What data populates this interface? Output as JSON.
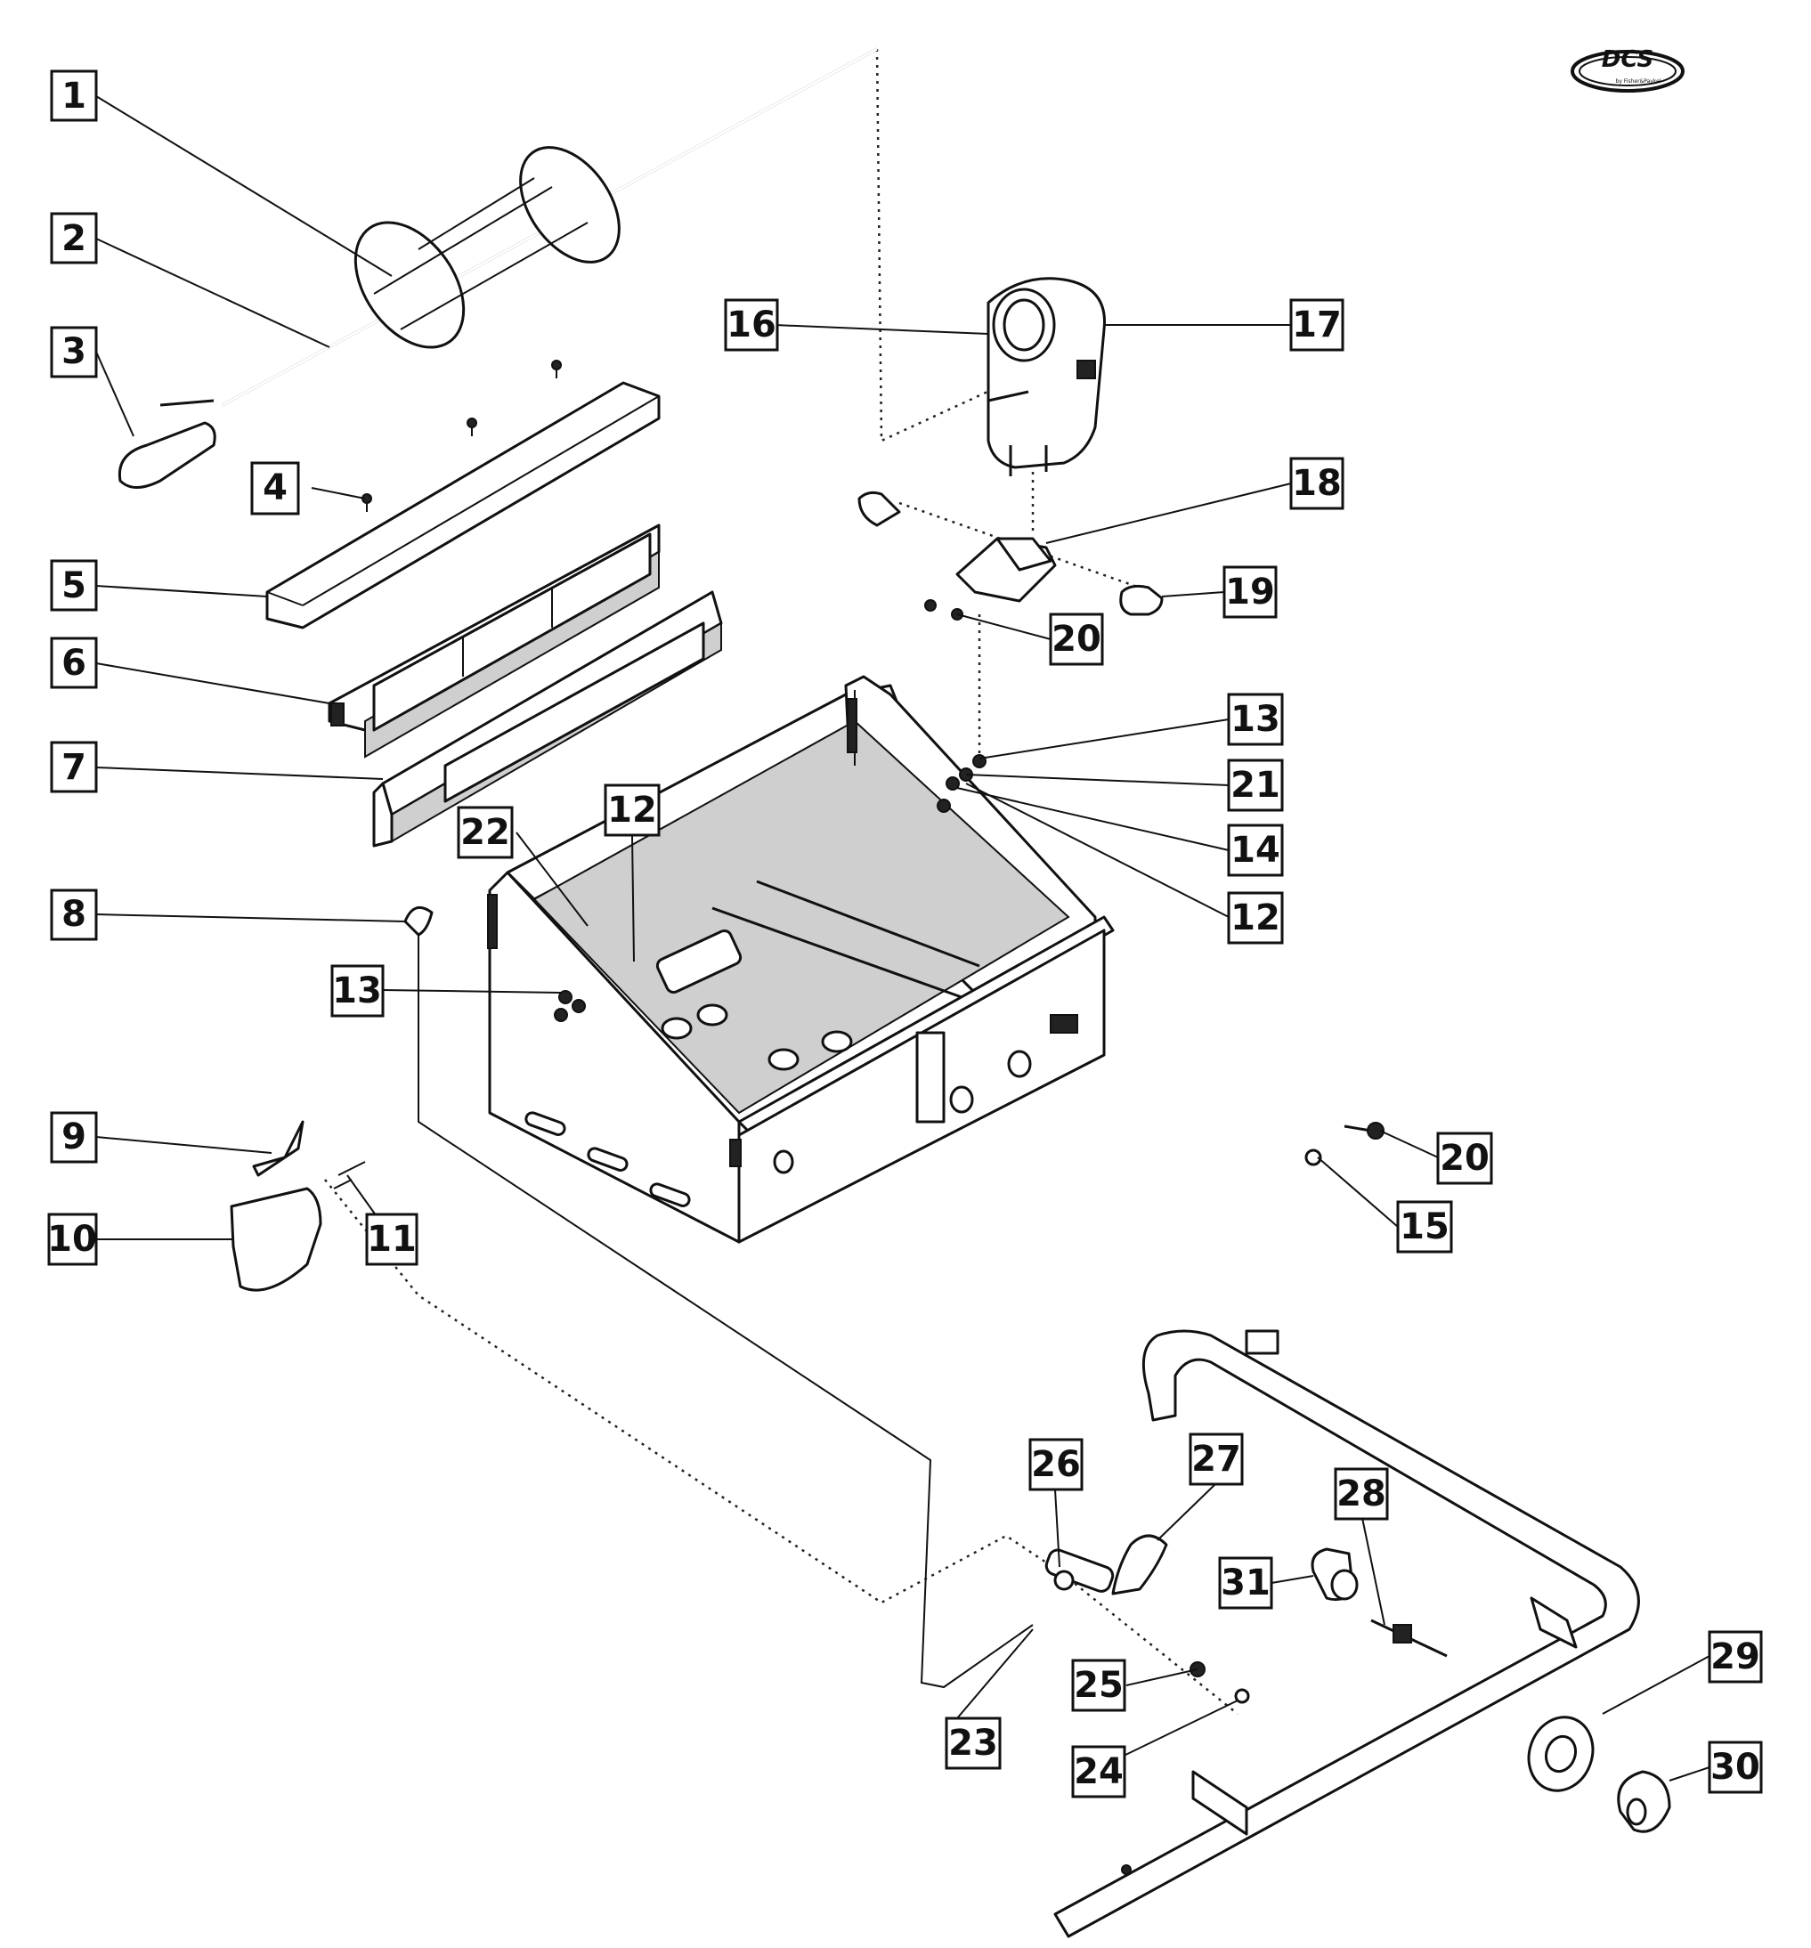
{
  "brand": {
    "logo_text": "DCS",
    "logo_subtext": "by Fisher&Paykel"
  },
  "callouts": [
    {
      "label": "1"
    },
    {
      "label": "2"
    },
    {
      "label": "3"
    },
    {
      "label": "4"
    },
    {
      "label": "5"
    },
    {
      "label": "6"
    },
    {
      "label": "7"
    },
    {
      "label": "8"
    },
    {
      "label": "9"
    },
    {
      "label": "10"
    },
    {
      "label": "11"
    },
    {
      "label": "12"
    },
    {
      "label": "12"
    },
    {
      "label": "13"
    },
    {
      "label": "13"
    },
    {
      "label": "14"
    },
    {
      "label": "15"
    },
    {
      "label": "16"
    },
    {
      "label": "17"
    },
    {
      "label": "18"
    },
    {
      "label": "19"
    },
    {
      "label": "20"
    },
    {
      "label": "20"
    },
    {
      "label": "21"
    },
    {
      "label": "22"
    },
    {
      "label": "23"
    },
    {
      "label": "24"
    },
    {
      "label": "25"
    },
    {
      "label": "26"
    },
    {
      "label": "27"
    },
    {
      "label": "28"
    },
    {
      "label": "29"
    },
    {
      "label": "30"
    },
    {
      "label": "31"
    }
  ]
}
